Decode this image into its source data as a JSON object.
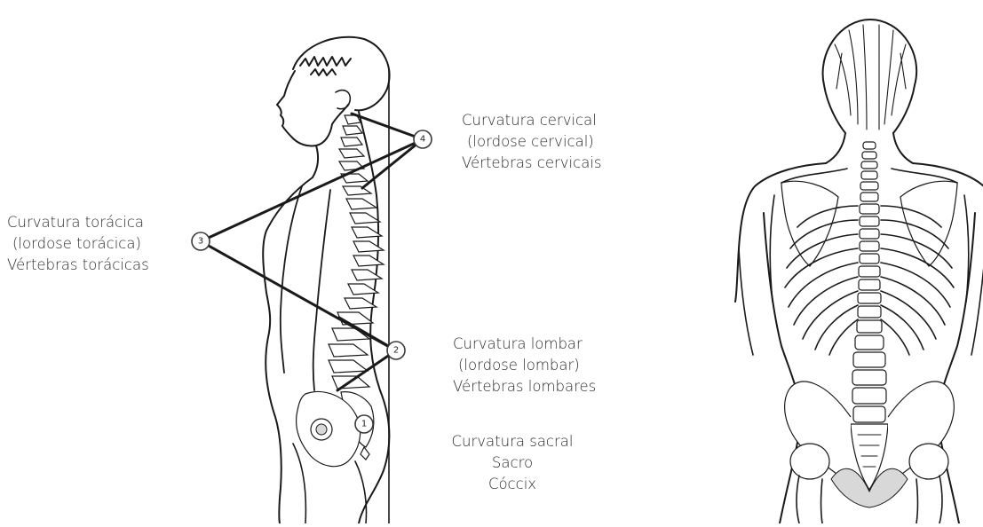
{
  "labels": {
    "cervical": {
      "marker": "4",
      "line1": "Curvatura cervical",
      "line2": "(lordose cervical)",
      "line3": "Vértebras cervicais"
    },
    "thoracic": {
      "marker": "3",
      "line1": "Curvatura torácica",
      "line2": "(lordose torácica)",
      "line3": "Vértebras torácicas"
    },
    "lumbar": {
      "marker": "2",
      "line1": "Curvatura lombar",
      "line2": "(lordose lombar)",
      "line3": "Vértebras lombares"
    },
    "sacral": {
      "marker": "1",
      "line1": "Curvatura sacral",
      "line2": "Sacro",
      "line3": "Cóccix"
    }
  },
  "colors": {
    "ink": "#1a1a1a",
    "text": "#2b2b2b",
    "background": "#ffffff"
  }
}
